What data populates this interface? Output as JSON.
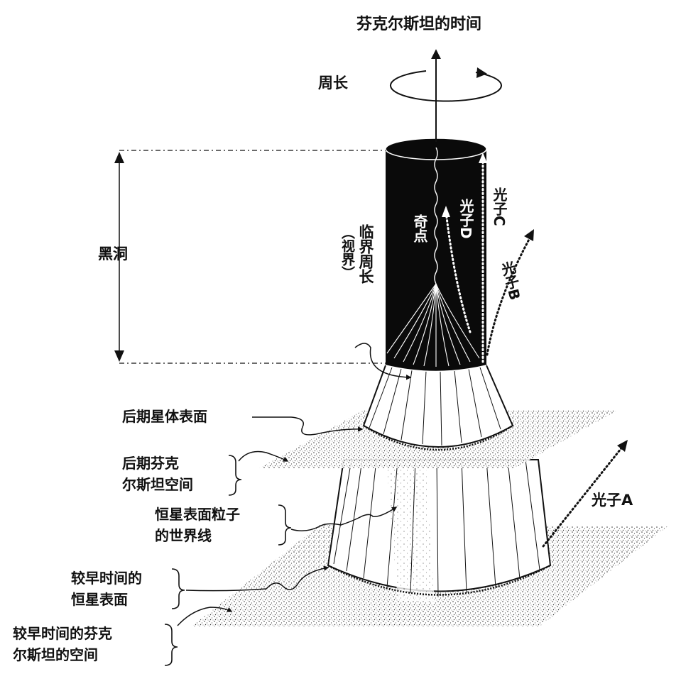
{
  "diagram": {
    "title": "芬克尔斯坦的时间",
    "labels": {
      "circumference": "周长",
      "black_hole": "黑洞",
      "critical_circumference": "临界周长",
      "horizon": "（视界）",
      "singularity": "奇点",
      "photon_a": "光子A",
      "photon_b": "光子B",
      "photon_c": "光子C",
      "photon_d": "光子D",
      "late_star_surface": "后期星体表面",
      "late_space_line1": "后期芬克",
      "late_space_line2": "尔斯坦空间",
      "worldlines_line1": "恒星表面粒子",
      "worldlines_line2": "的世界线",
      "early_surface_line1": "较早时间的",
      "early_surface_line2": "恒星表面",
      "early_space_line1": "较早时间的芬克",
      "early_space_line2": "尔斯坦的空间"
    },
    "colors": {
      "ink": "#111111",
      "hole": "#0a0a0a",
      "paper": "#ffffff"
    }
  }
}
